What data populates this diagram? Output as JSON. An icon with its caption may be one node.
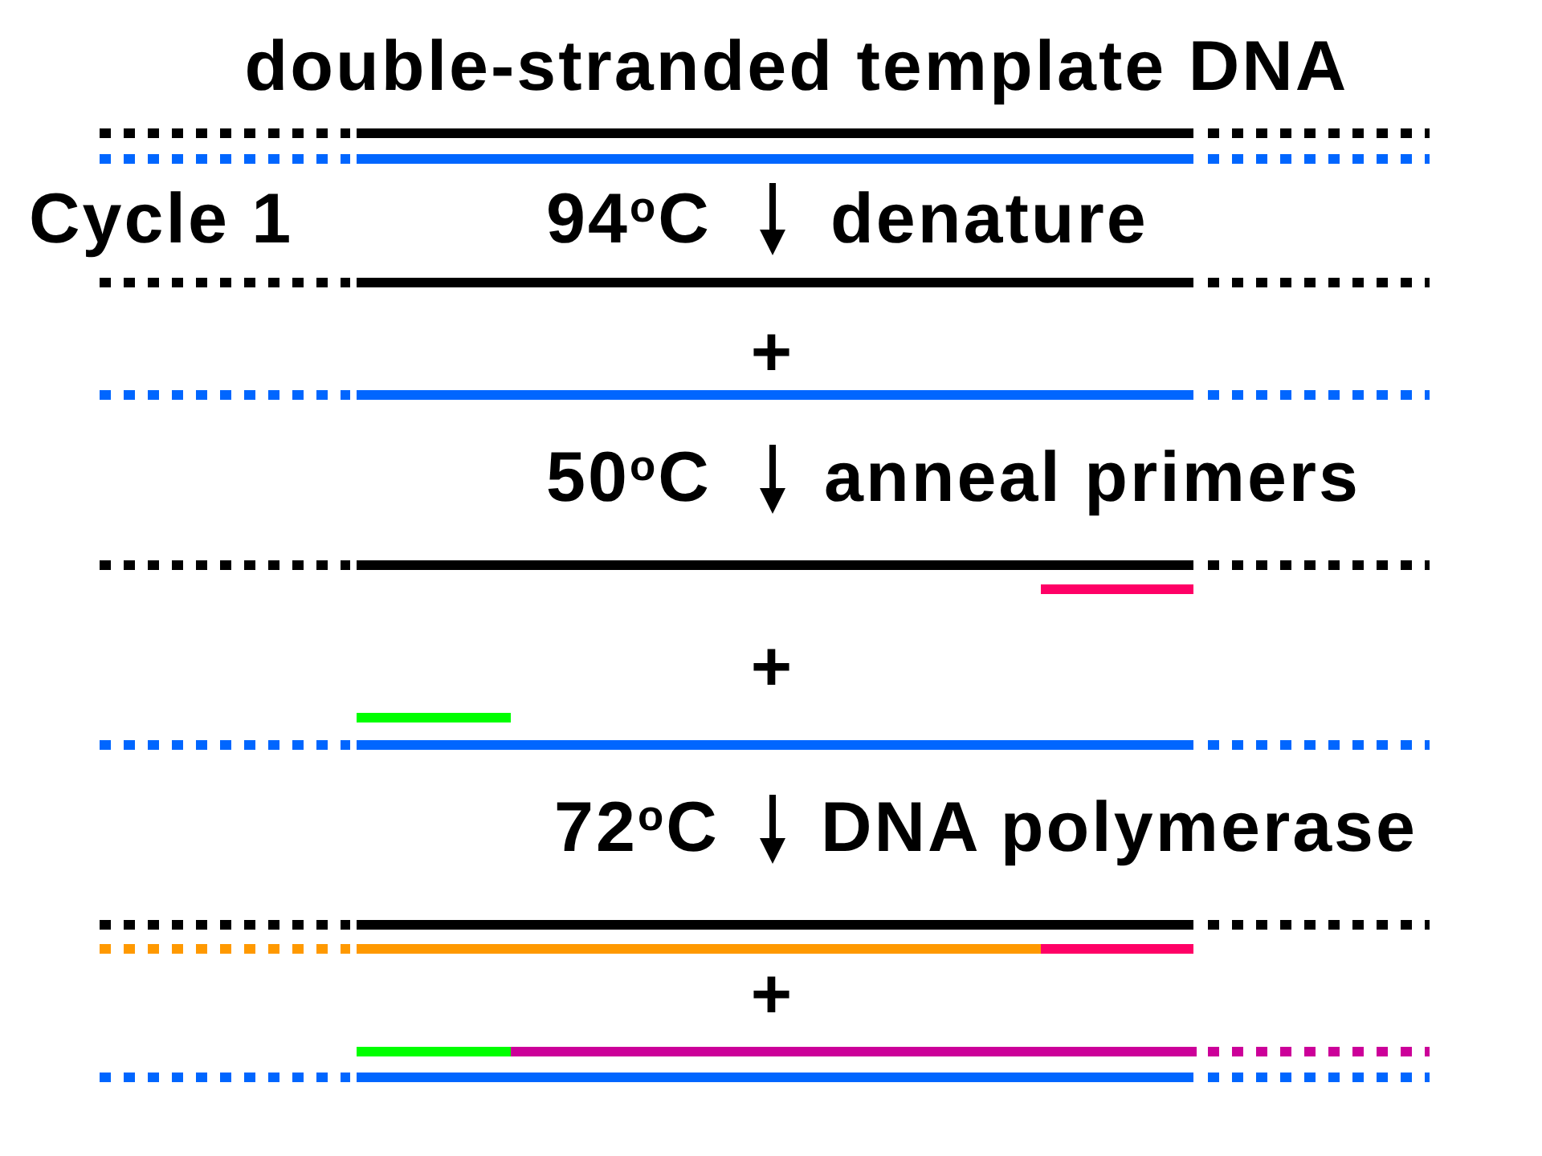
{
  "diagram": {
    "title": "double-stranded template DNA",
    "labels": [
      "Cycle 1",
      "94$^{o}$C",
      "denature",
      "+",
      "50$^{o}$C",
      "anneal primers",
      "+",
      "72$^{o}$C",
      "DNA polymerase",
      "+"
    ]
  }
}
